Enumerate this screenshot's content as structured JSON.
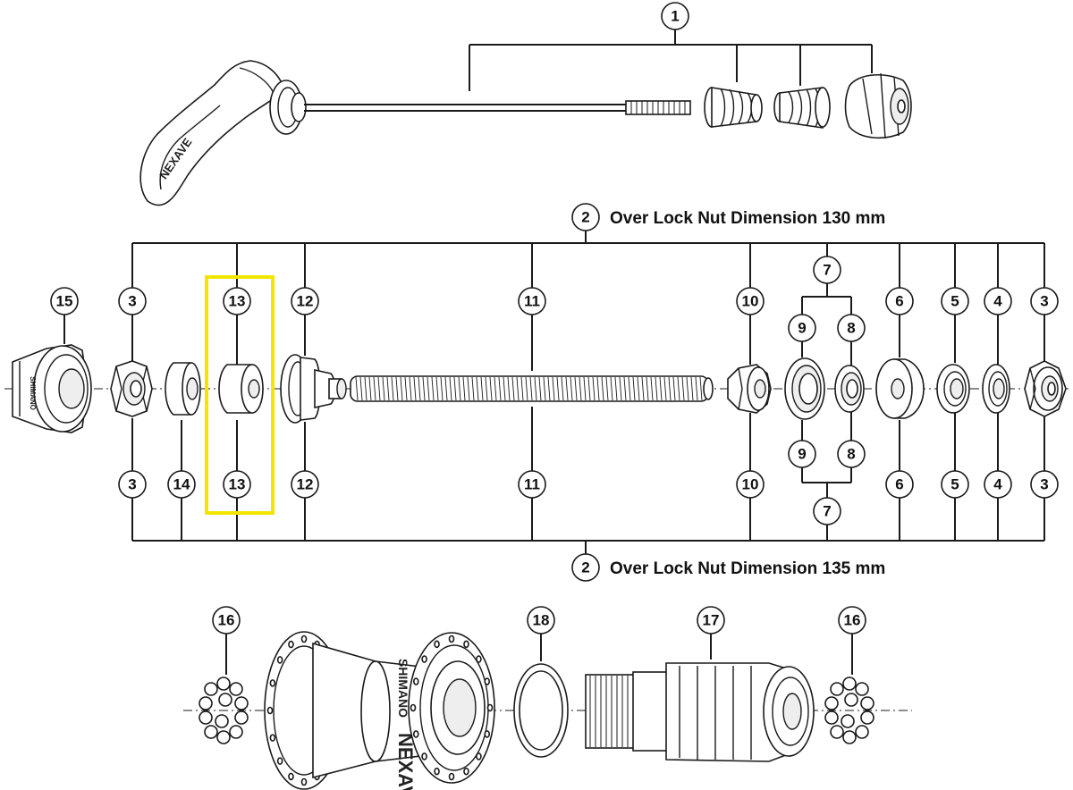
{
  "dimensions": {
    "top": {
      "number": "2",
      "label": "Over Lock Nut Dimension 130 mm"
    },
    "bottom": {
      "number": "2",
      "label": "Over Lock Nut Dimension 135 mm"
    }
  },
  "callouts": {
    "c1": "1",
    "c3": "3",
    "c4": "4",
    "c5": "5",
    "c6": "6",
    "c7": "7",
    "c8": "8",
    "c9": "9",
    "c10": "10",
    "c11": "11",
    "c12": "12",
    "c13": "13",
    "c14": "14",
    "c15": "15",
    "c16": "16",
    "c17": "17",
    "c18": "18"
  },
  "highlight": {
    "part": "13",
    "color": "#f2e600"
  },
  "brand_text": {
    "lever": "NEXAVE",
    "hub_small": "SHIMANO",
    "hub_large": "NEXAVE",
    "dust_cap": "SHIMANO"
  },
  "icons": [
    "quick-release-skewer",
    "lock-nut",
    "spacer",
    "dust-seal",
    "cone",
    "hub-axle",
    "bearing-ball",
    "hub-shell",
    "spacer-ring",
    "freehub-body"
  ]
}
